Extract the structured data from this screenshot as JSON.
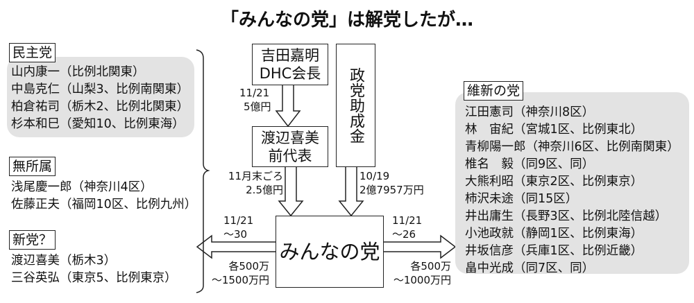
{
  "title": "「みんなの党」は解党したが…",
  "left_groups": [
    {
      "label": "民主党",
      "members": [
        "山内康一（比例北関東）",
        "中島克仁（山梨3、比例南関東）",
        "柏倉祐司（栃木2、比例北関東）",
        "杉本和巳（愛知10、比例東海）"
      ]
    },
    {
      "label": "無所属",
      "members": [
        "浅尾慶一郎（神奈川4区）",
        "佐藤正夫（福岡10区、比例九州）"
      ]
    },
    {
      "label": "新党？",
      "members": [
        "渡辺喜美（栃木3）",
        "三谷英弘（東京5、比例東京）"
      ]
    }
  ],
  "right_group": {
    "label": "維新の党",
    "members": [
      "江田憲司（神奈川8区）",
      "林　宙紀（宮城1区、比例東北）",
      "青柳陽一郎（神奈川6区、比例南関東）",
      "椎名　毅（同9区、同）",
      "大熊利昭（東京2区、比例東京）",
      "柿沢未途（同15区）",
      "井出庸生（長野3区、比例北陸信越）",
      "小池政就（静岡1区、比例東海）",
      "井坂信彦（兵庫1区、比例近畿）",
      "畠中光成（同7区、同）"
    ]
  },
  "nodes": {
    "yoshida": [
      "吉田嘉明",
      "DHC会長"
    ],
    "watanabe": [
      "渡辺喜美",
      "前代表"
    ],
    "subsidy": "政党助成金",
    "minna": "みんなの党"
  },
  "flows": {
    "yoshida_to_watanabe": [
      "11/21",
      "5億円"
    ],
    "watanabe_to_minna": [
      "11月末ごろ",
      "2.5億円"
    ],
    "subsidy_to_minna": [
      "10/19",
      "2億7957万円"
    ],
    "minna_to_left": {
      "date": [
        "11/21",
        "～30"
      ],
      "amount": [
        "各500万",
        "～1500万円"
      ]
    },
    "minna_to_right": {
      "date": [
        "11/21",
        "～26"
      ],
      "amount": [
        "各500万",
        "～1000万円"
      ]
    }
  }
}
